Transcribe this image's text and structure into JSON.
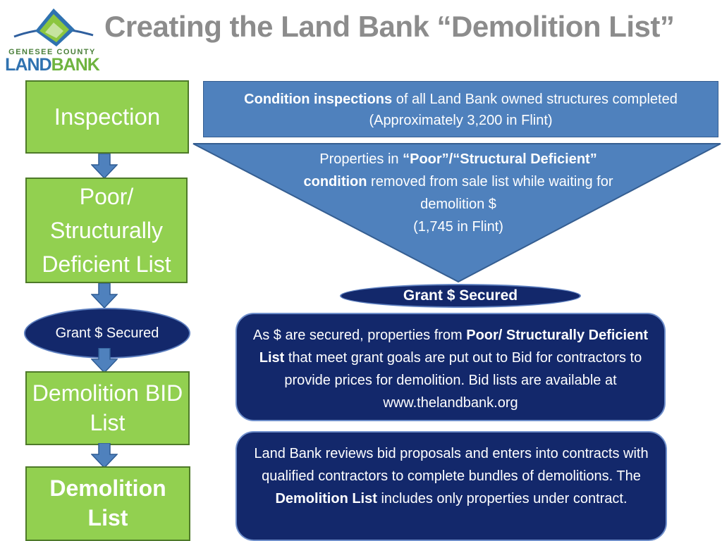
{
  "title": "Creating the Land Bank “Demolition List”",
  "logo": {
    "line1": "GENESEE COUNTY",
    "line2a": "LAND",
    "line2b": "BANK"
  },
  "flow": {
    "inspection": "Inspection",
    "poor_list": "Poor/ Structurally Deficient List",
    "grant_oval": "Grant $ Secured",
    "bid_list": "Demolition BID List",
    "demolition_list": "Demolition List"
  },
  "right": {
    "condition": {
      "bold": "Condition inspections",
      "rest": " of all Land Bank owned structures completed",
      "line2": "(Approximately 3,200 in Flint)"
    },
    "triangle": {
      "t1": "Properties in ",
      "b1": "“Poor”/“Structural Deficient” condition",
      "t2": " removed from sale list while waiting for demolition $",
      "t3": "(1,745 in Flint)"
    },
    "grant_bar": "Grant $ Secured",
    "bid_box": {
      "t1": "As $ are secured, properties from  ",
      "b1": "Poor/ Structurally Deficient List",
      "t2": " that meet grant goals are put out to Bid for contractors to provide prices for demolition.  Bid lists are available at www.thelandbank.org"
    },
    "contract_box": {
      "t1": "Land Bank reviews bid proposals and enters into contracts with qualified contractors to complete bundles of demolitions.  The ",
      "b1": "Demolition List",
      "t2": " includes only properties under contract."
    }
  },
  "colors": {
    "green": "#92d050",
    "blue": "#4f81bd",
    "navy": "#13286b",
    "title_gray": "#8c8c8c"
  }
}
